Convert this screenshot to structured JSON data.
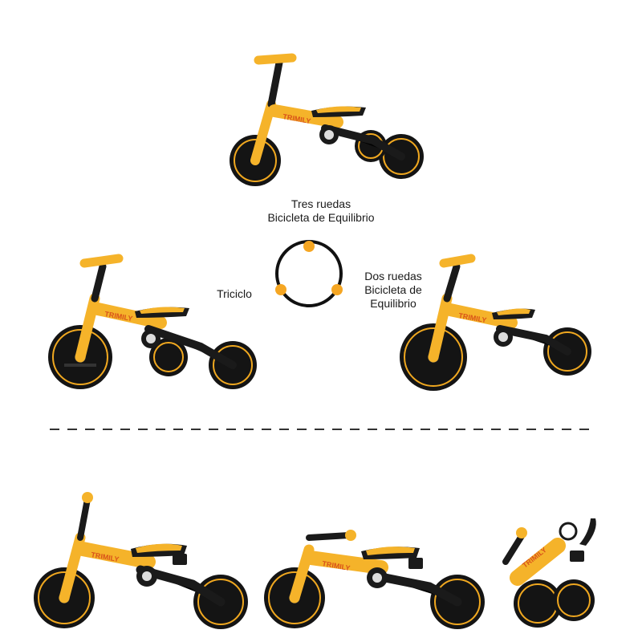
{
  "colors": {
    "frame": "#f5b32a",
    "frame_dark": "#e0a01c",
    "tire": "#141414",
    "rim": "#f0a820",
    "seat": "#1a1a1a",
    "cycle_dot": "#f5a623",
    "divider": "#333333"
  },
  "brand": "TRIMILY",
  "modes": {
    "three_wheel": {
      "line1": "Tres ruedas",
      "line2": "Bicicleta de Equilibrio"
    },
    "tricycle": {
      "line1": "Triciclo"
    },
    "two_wheel": {
      "line1": "Dos ruedas",
      "line2": "Bicicleta de",
      "line3": "Equilibrio"
    }
  }
}
